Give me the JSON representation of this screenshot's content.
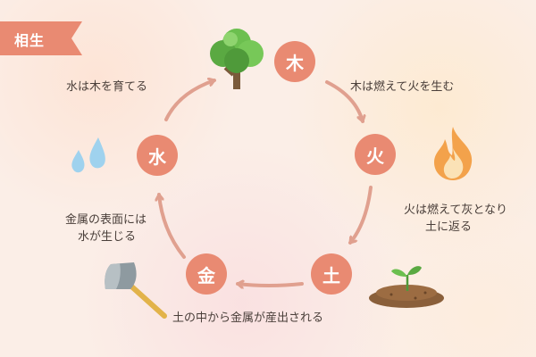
{
  "tag": {
    "label": "相生"
  },
  "elements": {
    "wood": "木",
    "fire": "火",
    "earth": "土",
    "metal": "金",
    "water": "水"
  },
  "relations": {
    "wood_to_fire": "木は燃えて火を生む",
    "fire_to_earth_line1": "火は燃えて灰となり",
    "fire_to_earth_line2": "土に返る",
    "earth_to_metal": "土の中から金属が産出される",
    "metal_to_water_line1": "金属の表面には",
    "metal_to_water_line2": "水が生じる",
    "water_to_wood": "水は木を育てる"
  },
  "icons": [
    "tree-icon",
    "flame-icon",
    "sprout-soil-icon",
    "axe-icon",
    "water-drops-icon"
  ],
  "colors": {
    "accent": "#e98a72",
    "arrow": "#e0a08f",
    "text": "#4a3f3a"
  }
}
